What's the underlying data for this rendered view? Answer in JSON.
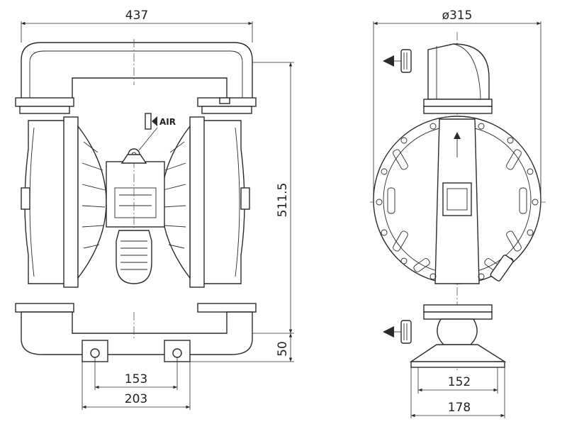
{
  "front_view": {
    "width_dim": "437",
    "height_dim": "511.5",
    "base_height_dim": "50",
    "bolt_spacing_inner_dim": "153",
    "bolt_spacing_outer_dim": "203",
    "air_label": "AIR"
  },
  "side_view": {
    "diameter_dim": "ø315",
    "base_inner_dim": "152",
    "base_outer_dim": "178"
  },
  "icons": [
    "air-inlet-arrow-icon",
    "outlet-flow-arrow-icon",
    "inlet-flow-arrow-icon"
  ]
}
